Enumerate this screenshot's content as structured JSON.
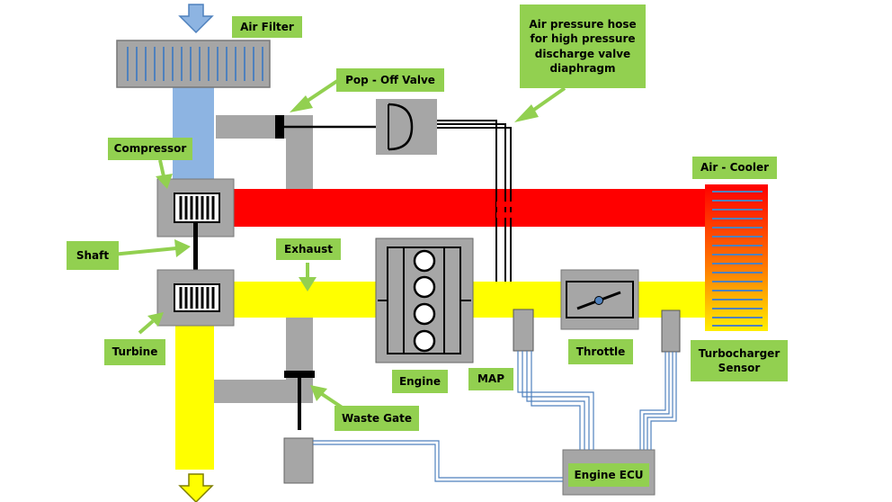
{
  "labels": {
    "air_filter": "Air Filter",
    "pop_off_valve": "Pop - Off Valve",
    "air_pressure_hose": "Air pressure hose\nfor high pressure\ndischarge valve\ndiaphragm",
    "compressor": "Compressor",
    "air_cooler": "Air - Cooler",
    "shaft": "Shaft",
    "exhaust": "Exhaust",
    "turbine": "Turbine",
    "throttle": "Throttle",
    "turbocharger_sensor": "Turbocharger\nSensor",
    "engine": "Engine",
    "map": "MAP",
    "waste_gate": "Waste Gate",
    "engine_ecu": "Engine ECU"
  },
  "colors": {
    "label_bg": "#92d050",
    "intake_pipe": "#ff0000",
    "exhaust_pipe": "#ffff00",
    "filter_pipe": "#8db4e2",
    "component_gray": "#a6a6a6",
    "arrow_green": "#92d050",
    "flow_arrow_blue": "#4f81bd",
    "flow_arrow_yellow": "#ffff00"
  }
}
